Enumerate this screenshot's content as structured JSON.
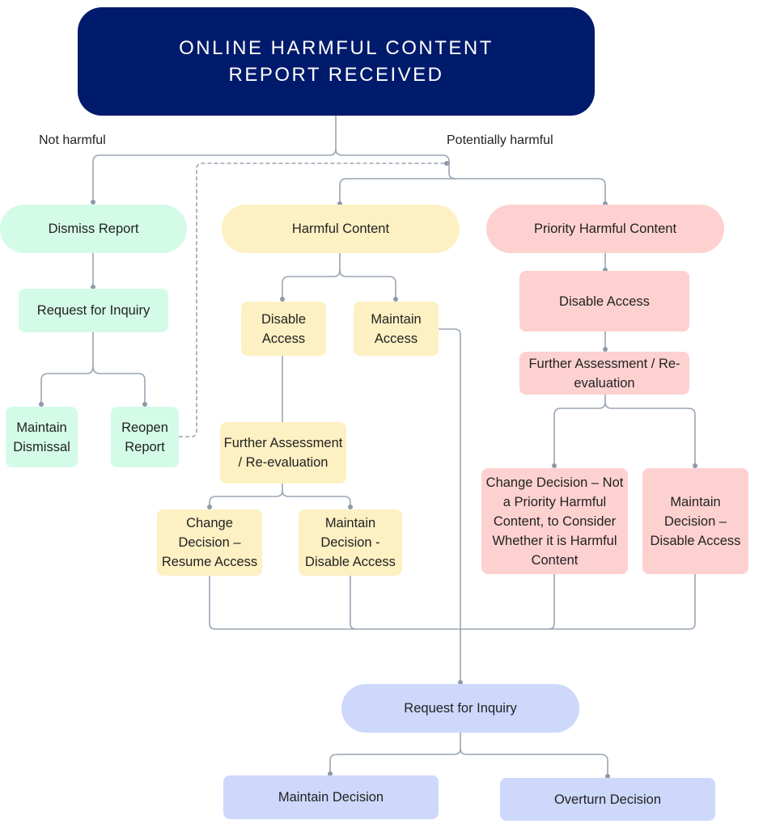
{
  "diagram": {
    "root": "ONLINE HARMFUL CONTENT\nREPORT RECEIVED",
    "edge_labels": {
      "not_harmful": "Not harmful",
      "potentially_harmful": "Potentially harmful"
    },
    "not_harmful_branch": {
      "dismiss": "Dismiss Report",
      "inquiry": "Request for Inquiry",
      "maintain_dismissal": "Maintain Dismissal",
      "reopen": "Reopen Report"
    },
    "harmful_branch": {
      "title": "Harmful Content",
      "disable": "Disable Access",
      "maintain": "Maintain Access",
      "further": "Further Assessment / Re-evaluation",
      "change": "Change Decision – Resume Access",
      "maintain_decision": "Maintain Decision - Disable Access"
    },
    "priority_branch": {
      "title": "Priority Harmful Content",
      "disable": "Disable Access",
      "further": "Further Assessment / Re-evaluation",
      "change": "Change Decision – Not a Priority Harmful Content, to Consider Whether it is Harmful Content",
      "maintain_decision": "Maintain Decision – Disable Access"
    },
    "inquiry_branch": {
      "inquiry": "Request for Inquiry",
      "maintain": "Maintain Decision",
      "overturn": "Overturn Decision"
    },
    "colors": {
      "root": "#001a6c",
      "not_harmful": "#d4fbe8",
      "harmful": "#fdf0c3",
      "priority": "#fed1d1",
      "inquiry": "#cdd8fb",
      "connector": "#9aa5b4"
    }
  }
}
